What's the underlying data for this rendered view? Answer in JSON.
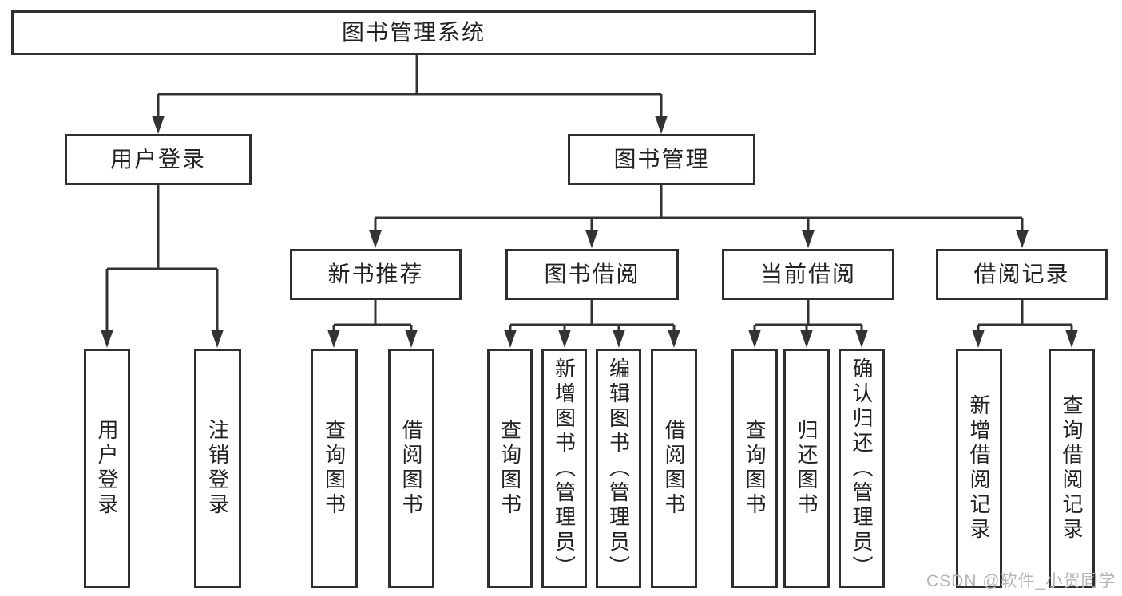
{
  "diagram": {
    "root": {
      "label": "图书管理系统"
    },
    "branches": [
      {
        "label": "用户登录",
        "children": [
          {
            "label": "用户登录"
          },
          {
            "label": "注销登录"
          }
        ]
      },
      {
        "label": "图书管理",
        "children": [
          {
            "label": "新书推荐",
            "children": [
              {
                "label": "查询图书"
              },
              {
                "label": "借阅图书"
              }
            ]
          },
          {
            "label": "图书借阅",
            "children": [
              {
                "label": "查询图书"
              },
              {
                "label": "新增图书（管理员）"
              },
              {
                "label": "编辑图书（管理员）"
              },
              {
                "label": "借阅图书"
              }
            ]
          },
          {
            "label": "当前借阅",
            "children": [
              {
                "label": "查询图书"
              },
              {
                "label": "归还图书"
              },
              {
                "label": "确认归还（管理员）"
              }
            ]
          },
          {
            "label": "借阅记录",
            "children": [
              {
                "label": "新增借阅记录"
              },
              {
                "label": "查询借阅记录"
              }
            ]
          }
        ]
      }
    ]
  },
  "watermark": {
    "text": "CSDN @软件_小贺同学"
  },
  "colors": {
    "line": "#333333",
    "border": "#2f2f2f",
    "text": "#222222",
    "background": "#ffffff",
    "watermark": "#b5b5b5"
  }
}
